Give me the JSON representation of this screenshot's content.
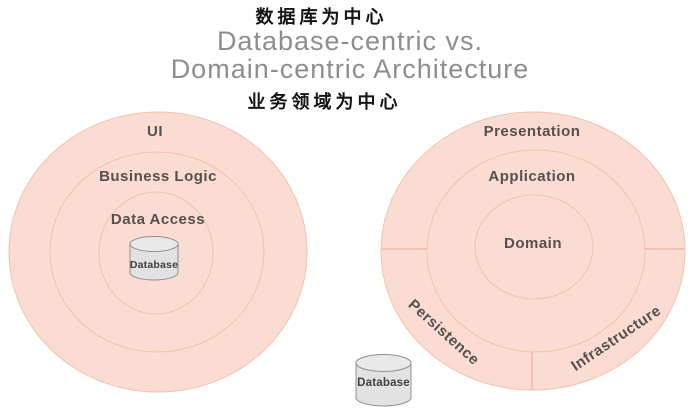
{
  "header": {
    "subtitle_top": "数据库为中心",
    "title_line1": "Database-centric vs.",
    "title_line2": "Domain-centric Architecture",
    "subtitle_bottom": "业务领域为中心"
  },
  "left_diagram": {
    "name": "Database-centric",
    "rings": [
      "UI",
      "Business Logic",
      "Data Access"
    ],
    "database_label": "Database"
  },
  "right_diagram": {
    "name": "Domain-centric",
    "rings": [
      "Presentation",
      "Application",
      "Domain"
    ],
    "outer_segments": [
      "Persistence",
      "Infrastructure"
    ],
    "database_label": "Database"
  },
  "colors": {
    "circle_fill": "#fbdcd2",
    "ring_stroke": "#f3c0ad",
    "ring_label_text": "#55504e",
    "title_text": "#8e8e8e",
    "subtitle_text": "#141414",
    "cylinder_fill": "#e2e2e2",
    "cylinder_stroke": "#909090"
  }
}
